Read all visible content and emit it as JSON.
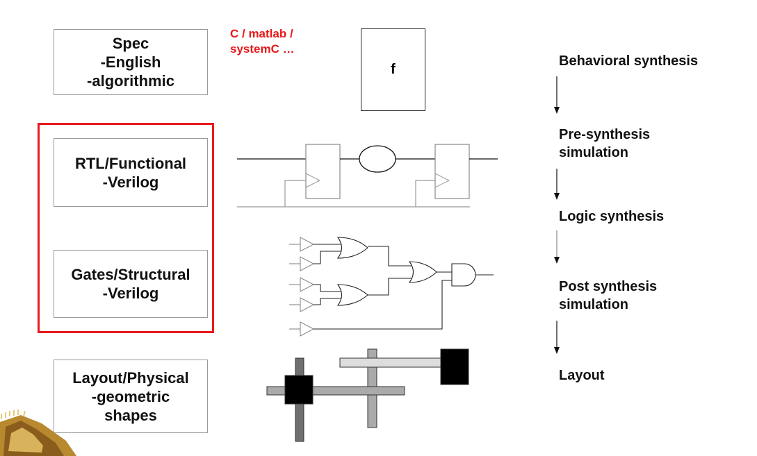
{
  "levels": [
    {
      "lines": [
        "Spec",
        "-English",
        "-algorithmic"
      ]
    },
    {
      "lines": [
        "RTL/Functional",
        "-Verilog"
      ]
    },
    {
      "lines": [
        "Gates/Structural",
        "-Verilog"
      ]
    },
    {
      "lines": [
        "Layout/Physical",
        "-geometric",
        "shapes"
      ]
    }
  ],
  "language_note": [
    "C / matlab /",
    "systemC …"
  ],
  "function_box_label": "f",
  "flow_steps": [
    {
      "lines": [
        "Behavioral synthesis"
      ]
    },
    {
      "lines": [
        "Pre-synthesis",
        "simulation"
      ]
    },
    {
      "lines": [
        "Logic synthesis"
      ]
    },
    {
      "lines": [
        "Post synthesis",
        "simulation"
      ]
    },
    {
      "lines": [
        "Layout"
      ]
    }
  ],
  "colors": {
    "highlight": "#e8191b",
    "box_border": "#9a9a9a"
  }
}
